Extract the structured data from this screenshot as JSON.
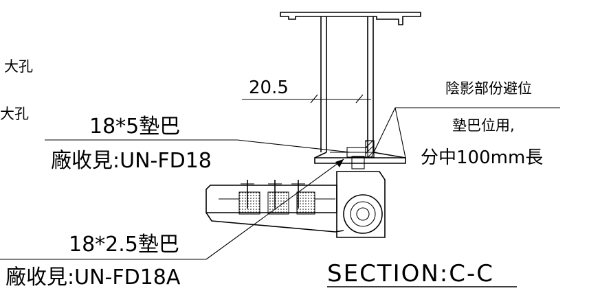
{
  "labels": {
    "hole_top": "大孔",
    "hole_left": "大孔",
    "dimension": "20.5",
    "washer_top": "18*5墊巴",
    "washer_top_ref": "廠收見:UN-FD18",
    "washer_bottom": "18*2.5墊巴",
    "washer_bottom_ref": "廠收見:UN-FD18A",
    "shadow_note": "陰影部份避位",
    "note_line2": "墊巴位用,",
    "note_line3": "分中100mm長",
    "section_title": "SECTION:C-C"
  }
}
